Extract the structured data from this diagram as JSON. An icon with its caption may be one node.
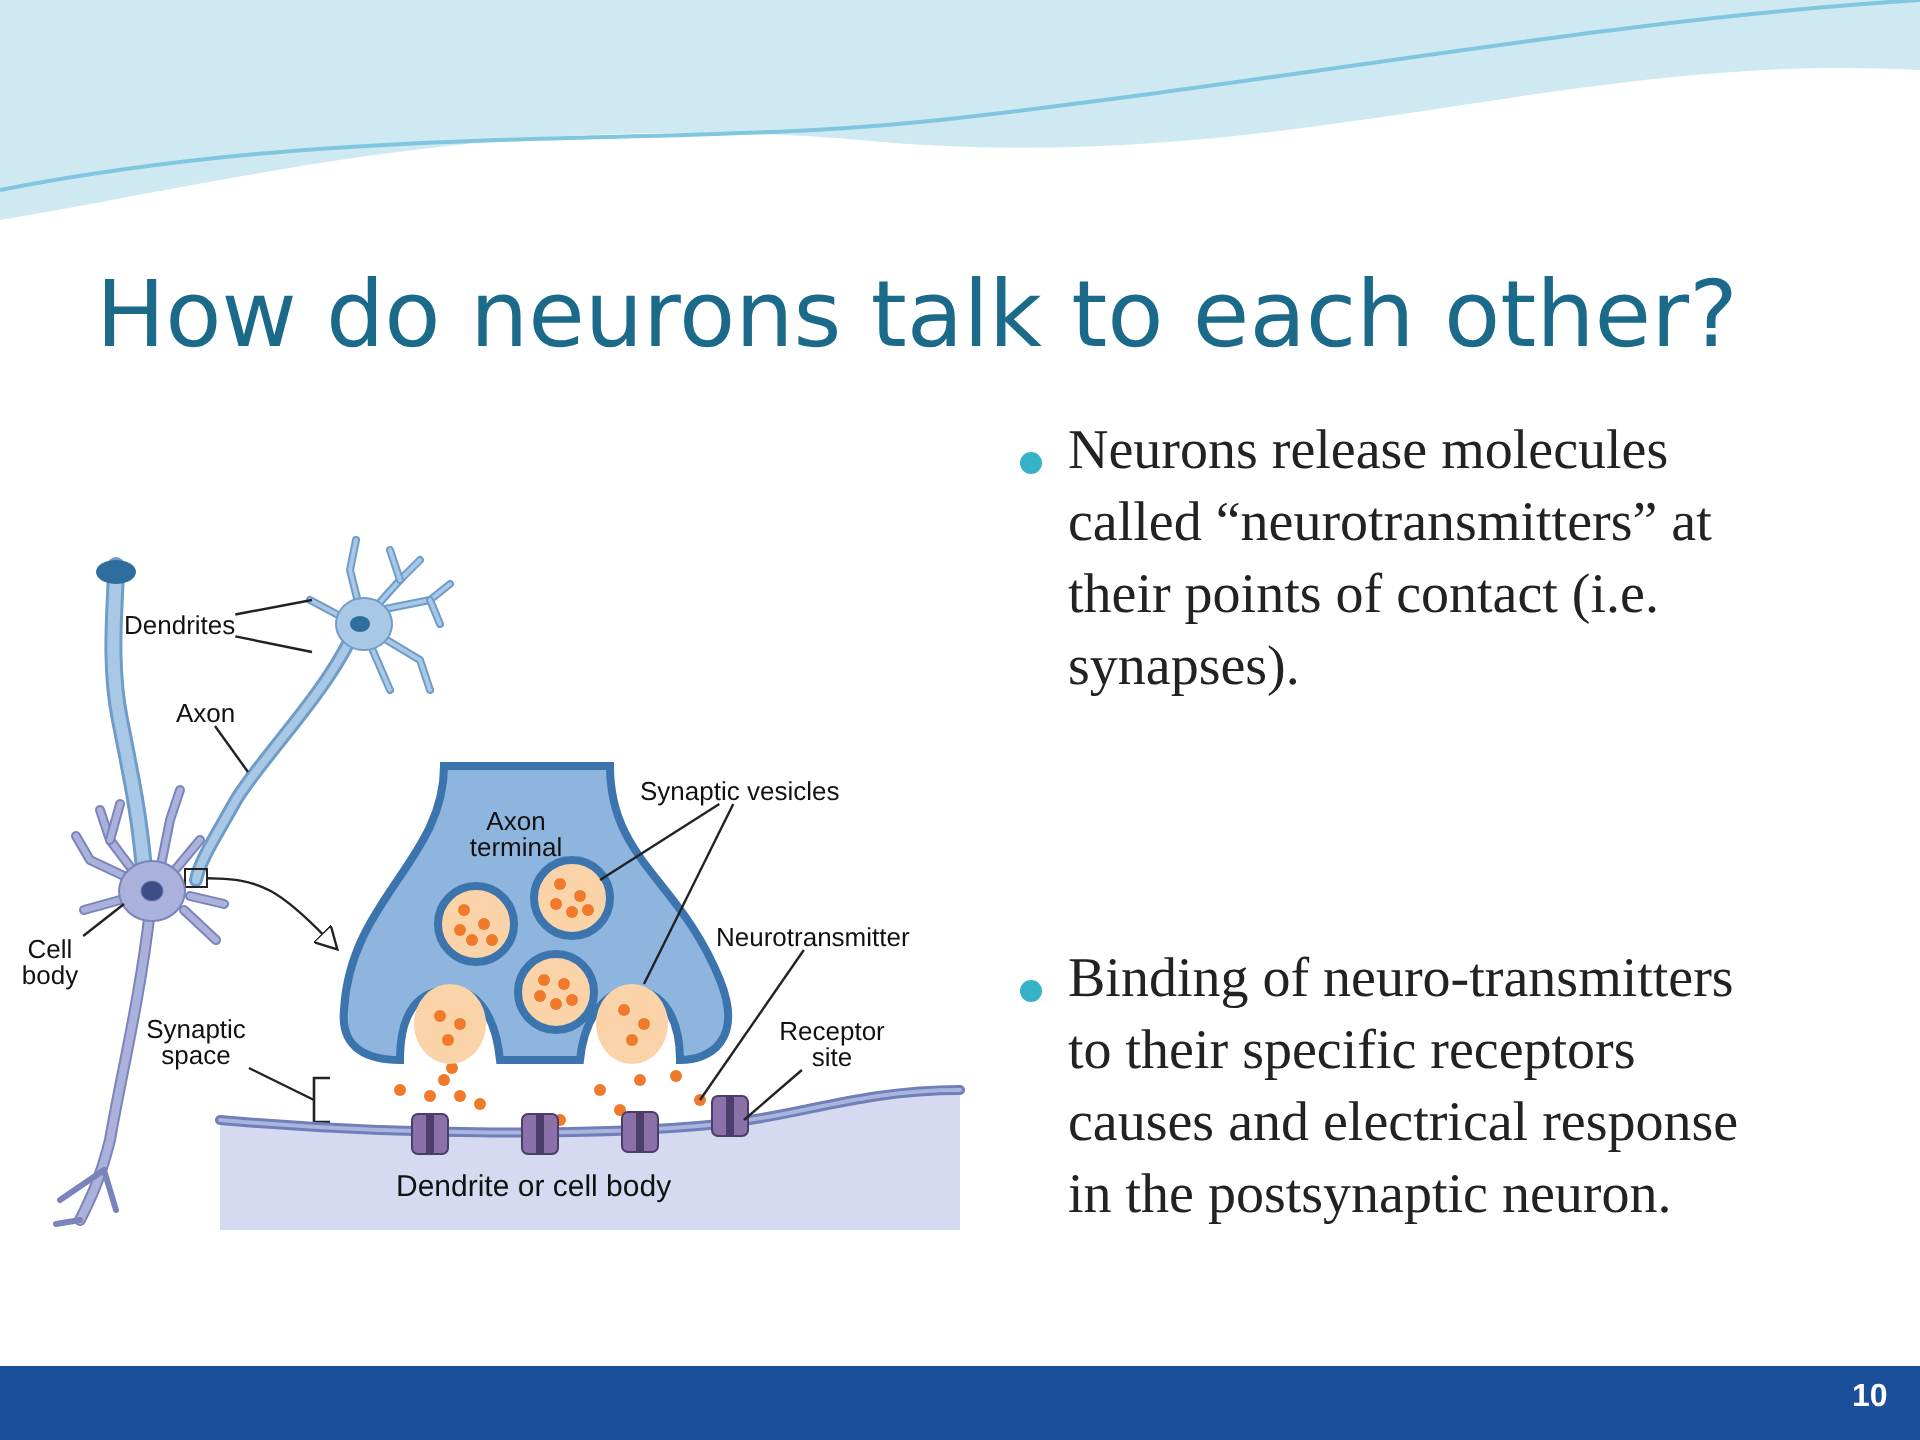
{
  "diagram": {
    "title": "How do neurons talk to each other?",
    "nodes": [
      {
        "text": [
          "Dendrites"
        ]
      },
      {
        "text": [
          "Axon"
        ]
      },
      {
        "text": [
          "Cell body"
        ]
      },
      {
        "text": [
          "Synaptic space"
        ]
      },
      {
        "text": [
          "Synaptic vesicles"
        ]
      },
      {
        "text": [
          "Neurotransmitter"
        ]
      },
      {
        "text": [
          "Receptor site"
        ]
      },
      {
        "text": [],
        "shape": "box"
      },
      {
        "text": [
          "Axon terminal"
        ]
      },
      {
        "text": [
          "Dendrite or cell body"
        ]
      },
      {
        "text": [],
        "shape": "circle"
      }
    ],
    "edges": [
      {
        "from": 0,
        "to": null,
        "arrow": "none"
      },
      {
        "from": 0,
        "to": null,
        "arrow": "none"
      },
      {
        "from": 1,
        "to": null,
        "arrow": "none"
      },
      {
        "from": 2,
        "to": 10,
        "arrow": "none"
      },
      {
        "from": 3,
        "to": 9,
        "arrow": "none"
      },
      {
        "from": 4,
        "to": 8,
        "arrow": "none"
      },
      {
        "from": 4,
        "to": 8,
        "arrow": "none"
      },
      {
        "from": 5,
        "to": 9,
        "arrow": "none"
      },
      {
        "from": 6,
        "to": 9,
        "arrow": "none"
      },
      {
        "from": 7,
        "to": 8,
        "arrow": "to"
      }
    ],
    "labels": [
      "Neurons release molecules called “neurotransmitters” at their points of contact (i.e. synapses).",
      "Binding of neuro-transmitters to their specific receptors causes and electrical response in the postsynaptic neuron.",
      "10"
    ]
  }
}
